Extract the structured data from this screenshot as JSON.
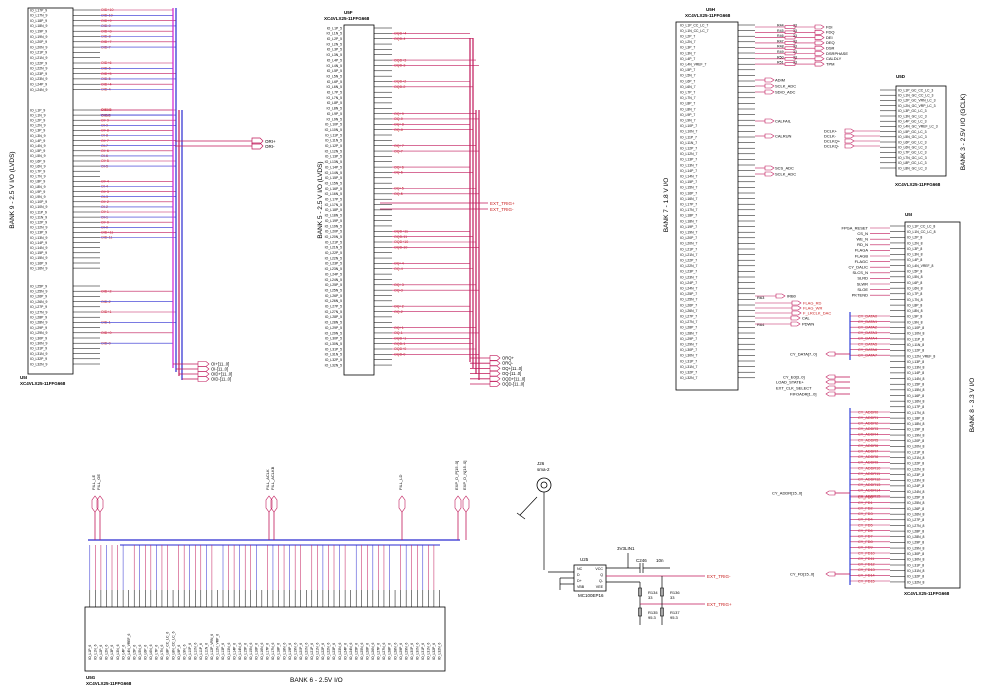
{
  "colors": {
    "wire_red": "#c0185a",
    "wire_blue": "#2a2ad0",
    "wire_magenta": "#d020d0",
    "label_red": "#c81c1c",
    "ink": "#000000",
    "bus_blue": "#3040d8"
  },
  "components": {
    "u5i": {
      "ref": "U5I",
      "part": "XC4VLX25-11FFG668",
      "bank": "BANK 9 - 2.5 V I/O (LVDS)",
      "pins": [
        "IO_L17P_9",
        "IO_L17N_9",
        "IO_L18P_9",
        "IO_L18N_9",
        "IO_L19P_9",
        "IO_L19N_9",
        "IO_L20P_9",
        "IO_L20N_9",
        "IO_L21P_9",
        "IO_L21N_9",
        "IO_L22P_9",
        "IO_L22N_9",
        "IO_L23P_9",
        "IO_L23N_9",
        "IO_L24P_9",
        "IO_L24N_9",
        "IO_L1P_9",
        "IO_L1N_9",
        "IO_L2P_9",
        "IO_L2N_9",
        "IO_L3P_9",
        "IO_L3N_9",
        "IO_L4P_9",
        "IO_L4N_9",
        "IO_L5P_9",
        "IO_L5N_9",
        "IO_L6P_9",
        "IO_L6N_9",
        "IO_L7P_9",
        "IO_L7N_9",
        "IO_L8P_9",
        "IO_L8N_9",
        "IO_L9P_9",
        "IO_L9N_9",
        "IO_L10P_9",
        "IO_L10N_9",
        "IO_L11P_9",
        "IO_L11N_9",
        "IO_L12P_9",
        "IO_L12N_9",
        "IO_L13P_9",
        "IO_L13N_9",
        "IO_L14P_9",
        "IO_L14N_9",
        "IO_L15P_9",
        "IO_L15N_9",
        "IO_L16P_9",
        "IO_L16N_9",
        "IO_L25P_9",
        "IO_L25N_9",
        "IO_L26P_9",
        "IO_L26N_9",
        "IO_L27P_9",
        "IO_L27N_9",
        "IO_L28P_9",
        "IO_L28N_9",
        "IO_L29P_9",
        "IO_L29N_9",
        "IO_L30P_9",
        "IO_L30N_9",
        "IO_L31P_9",
        "IO_L31N_9",
        "IO_L32P_9",
        "IO_L32N_9"
      ],
      "nets": [
        "OID+10",
        "OID-10",
        "OID+9",
        "OID-9",
        "OID+8",
        "OID-8",
        "OID+7",
        "OID-7",
        "OID+6",
        "OID-6",
        "OID+5",
        "OID-5",
        "OID+4",
        "OID-4",
        "OID+3",
        "OID-3",
        "OI+10",
        "OI-10",
        "OI+9",
        "OI-9",
        "OI+8",
        "OI-8",
        "OI+7",
        "OI-7",
        "OI+6",
        "OI-6",
        "OI+5",
        "OI-5",
        "OI+4",
        "OI-4",
        "OI+3",
        "OI-3",
        "OI+2",
        "OI-2",
        "OI+1",
        "OI-1",
        "OI+0",
        "OI-0",
        "OID+11",
        "OID-11",
        "OID+2",
        "OID-2",
        "OID+1",
        "OID-1",
        "OID+0",
        "OID-0"
      ],
      "outputs": [
        "ORI+",
        "ORI-"
      ],
      "buses": [
        "OI+[11..0]",
        "OI-[11..0]",
        "OID+[11..0]",
        "OID-[11..0]"
      ]
    },
    "u5f": {
      "ref": "U5F",
      "part": "XC4VLX25-11FFG668",
      "bank": "BANK 5 - 2.5 V I/O (LVDS)",
      "pins": [
        "IO_L1P_5",
        "IO_L1N_5",
        "IO_L2P_5",
        "IO_L2N_5",
        "IO_L3P_5",
        "IO_L3N_5",
        "IO_L4P_5",
        "IO_L4N_5",
        "IO_L5P_5",
        "IO_L5N_5",
        "IO_L6P_5",
        "IO_L6N_5",
        "IO_L7P_5",
        "IO_L7N_5",
        "IO_L8P_5",
        "IO_L8N_5",
        "IO_L9P_5",
        "IO_L9N_5",
        "IO_L10P_5",
        "IO_L10N_5",
        "IO_L11P_5",
        "IO_L11N_5",
        "IO_L12P_5",
        "IO_L12N_5",
        "IO_L13P_5",
        "IO_L13N_5",
        "IO_L14P_5",
        "IO_L14N_5",
        "IO_L15P_5",
        "IO_L15N_5",
        "IO_L16P_5",
        "IO_L16N_5",
        "IO_L17P_5",
        "IO_L17N_5",
        "IO_L18P_5",
        "IO_L18N_5",
        "IO_L19P_5",
        "IO_L19N_5",
        "IO_L20P_5",
        "IO_L20N_5",
        "IO_L21P_5",
        "IO_L21N_5",
        "IO_L22P_5",
        "IO_L22N_5",
        "IO_L23P_5",
        "IO_L23N_5",
        "IO_L24P_5",
        "IO_L24N_5",
        "IO_L25P_5",
        "IO_L25N_5",
        "IO_L26P_5",
        "IO_L26N_5",
        "IO_L27P_5",
        "IO_L27N_5",
        "IO_L28P_5",
        "IO_L28N_5",
        "IO_L29P_5",
        "IO_L29N_5",
        "IO_L30P_5",
        "IO_L30N_5",
        "IO_L31P_5",
        "IO_L31N_5",
        "IO_L32P_5",
        "IO_L32N_5"
      ],
      "nets": [
        "OQD+4",
        "OQD-4",
        "OQD+3",
        "OQD-3",
        "OQD+2",
        "OQD-2",
        "OQ+9",
        "OQ-9",
        "OQ+8",
        "OQ-8",
        "OQ+7",
        "OQ-7",
        "OQ+6",
        "OQ-6",
        "OQ+5",
        "OQ-5",
        "OQD+11",
        "OQD-11",
        "OQD+10",
        "OQD-10",
        "OQ+4",
        "OQ-4",
        "OQ+3",
        "OQ-3",
        "OQ+2",
        "OQ-2",
        "OQ+1",
        "OQ-1",
        "OQD+1",
        "OQD-1",
        "OQD+0",
        "OQD-0"
      ],
      "outputs": [
        "EXT_TRIG+",
        "EXT_TRIG-"
      ],
      "buses": [
        "ORQ+",
        "ORQ-",
        "OQ+[11..0]",
        "OQ-[11..0]",
        "OQD+[11..0]",
        "OQD-[11..0]"
      ]
    },
    "u5h": {
      "ref": "U5H",
      "part": "XC4VLX25-11FFG668",
      "bank": "BANK 7 - 1.8 V I/O",
      "pins": [
        "IO_L1P_CC_LC_7",
        "IO_L1N_CC_LC_7",
        "IO_L2P_7",
        "IO_L2N_7",
        "IO_L3P_7",
        "IO_L3N_7",
        "IO_L4P_7",
        "IO_L4N_VREF_7",
        "IO_L5P_7",
        "IO_L5N_7",
        "IO_L6P_7",
        "IO_L6N_7",
        "IO_L7P_7",
        "IO_L7N_7",
        "IO_L8P_7",
        "IO_L8N_7",
        "IO_L9P_7",
        "IO_L9N_7",
        "IO_L10P_7",
        "IO_L10N_7",
        "IO_L11P_7",
        "IO_L11N_7",
        "IO_L12P_7",
        "IO_L12N_7",
        "IO_L13P_7",
        "IO_L13N_7",
        "IO_L14P_7",
        "IO_L14N_7",
        "IO_L15P_7",
        "IO_L15N_7",
        "IO_L16P_7",
        "IO_L16N_7",
        "IO_L17P_7",
        "IO_L17N_7",
        "IO_L18P_7",
        "IO_L18N_7",
        "IO_L19P_7",
        "IO_L19N_7",
        "IO_L20P_7",
        "IO_L20N_7",
        "IO_L21P_7",
        "IO_L21N_7",
        "IO_L22P_7",
        "IO_L22N_7",
        "IO_L23P_7",
        "IO_L23N_7",
        "IO_L24P_7",
        "IO_L24N_7",
        "IO_L25P_7",
        "IO_L25N_7",
        "IO_L26P_7",
        "IO_L26N_7",
        "IO_L27P_7",
        "IO_L27N_7",
        "IO_L28P_7",
        "IO_L28N_7",
        "IO_L29P_7",
        "IO_L29N_7",
        "IO_L30P_7",
        "IO_L30N_7",
        "IO_L31P_7",
        "IO_L31N_7",
        "IO_L32P_7",
        "IO_L32N_7"
      ],
      "resistors": [
        "R44",
        "R45",
        "R46",
        "R47",
        "R48",
        "R49",
        "R50",
        "R51"
      ],
      "res_value": "33",
      "nets": [
        "FDI",
        "FDQ",
        "DEI",
        "DEQ",
        "DSR",
        "DSRPHASE",
        "CALDLY",
        "TPM"
      ],
      "mid_nets": [
        "ADIM",
        "SCLK_ADC",
        "SDIO_ADC",
        "CALFAIL",
        "CALRUN",
        "SCS_ADC",
        "SCLK_ADC"
      ],
      "lower_refs": [
        "R63",
        "R64"
      ],
      "lower_nets": [
        "IRB0",
        "CAL",
        "PDWN",
        "FLAG_RD",
        "FLAG_WR",
        "F_LRCLK_DAC"
      ]
    },
    "u5d": {
      "ref": "U5D",
      "part": "XC4VLX25-11FFG668",
      "bank": "BANK 3 - 2.5V I/O (GCLK)",
      "pins": [
        "IO_L1P_GC_CC_LC_3",
        "IO_L1N_GC_CC_LC_3",
        "IO_L2P_GC_VRN_LC_3",
        "IO_L2N_GC_VRP_LC_3",
        "IO_L3P_GC_LC_3",
        "IO_L3N_GC_LC_3",
        "IO_L4P_GC_LC_3",
        "IO_L4N_GC_VREF_LC_3",
        "IO_L5P_GC_LC_3",
        "IO_L5N_GC_LC_3",
        "IO_L6P_GC_LC_3",
        "IO_L6N_GC_LC_3",
        "IO_L7P_GC_LC_3",
        "IO_L7N_GC_LC_3",
        "IO_L8P_GC_LC_3",
        "IO_L8N_GC_LC_3"
      ],
      "nets": [
        "DCLK+",
        "DCLK-",
        "DCLKQ+",
        "DCLKQ-"
      ]
    },
    "u5e": {
      "ref": "U5I",
      "part": "XC4VLX25-11FFG668",
      "bank": "BANK 8 - 3.3 V I/O",
      "pins": [
        "IO_L1P_CC_LC_8",
        "IO_L1N_CC_LC_8",
        "IO_L2P_8",
        "IO_L2N_8",
        "IO_L3P_8",
        "IO_L3N_8",
        "IO_L4P_8",
        "IO_L4N_VREF_8",
        "IO_L5P_8",
        "IO_L5N_8",
        "IO_L6P_8",
        "IO_L6N_8",
        "IO_L7P_8",
        "IO_L7N_8",
        "IO_L8P_8",
        "IO_L8N_8",
        "IO_L9P_8",
        "IO_L9N_8",
        "IO_L10P_8",
        "IO_L10N_8",
        "IO_L11P_8",
        "IO_L11N_8",
        "IO_L12P_8",
        "IO_L12N_VREF_8",
        "IO_L13P_8",
        "IO_L13N_8",
        "IO_L14P_8",
        "IO_L14N_8",
        "IO_L15P_8",
        "IO_L15N_8",
        "IO_L16P_8",
        "IO_L16N_8",
        "IO_L17P_8",
        "IO_L17N_8",
        "IO_L18P_8",
        "IO_L18N_8",
        "IO_L19P_8",
        "IO_L19N_8",
        "IO_L20P_8",
        "IO_L20N_8",
        "IO_L21P_8",
        "IO_L21N_8",
        "IO_L22P_8",
        "IO_L22N_8",
        "IO_L23P_8",
        "IO_L23N_8",
        "IO_L24P_8",
        "IO_L24N_8",
        "IO_L25P_8",
        "IO_L25N_8",
        "IO_L26P_8",
        "IO_L26N_8",
        "IO_L27P_8",
        "IO_L27N_8",
        "IO_L28P_8",
        "IO_L28N_8",
        "IO_L29P_8",
        "IO_L29N_8",
        "IO_L30P_8",
        "IO_L30N_8",
        "IO_L31P_8",
        "IO_L31N_8",
        "IO_L32P_8",
        "IO_L32N_8"
      ],
      "ctrl_nets": [
        "FPGA_RESET",
        "CS_N",
        "WE_N",
        "RD_N",
        "FLAGA",
        "FLAGB",
        "FLAGC",
        "CY_DALIC",
        "SLCS_N",
        "SLRD",
        "SLWR",
        "SLOE",
        "PKTEND"
      ],
      "data_nets": [
        "CY_DATA0",
        "CY_DATA1",
        "CY_DATA2",
        "CY_DATA3",
        "CY_DATA4",
        "CY_DATA5",
        "CY_DATA6",
        "CY_DATA7"
      ],
      "addr_nets": [
        "CY_ADDR0",
        "CY_ADDR1",
        "CY_ADDR2",
        "CY_ADDR3",
        "CY_ADDR4",
        "CY_ADDR5",
        "CY_ADDR6",
        "CY_ADDR7",
        "CY_ADDR8",
        "CY_ADDR9",
        "CY_ADDR10",
        "CY_ADDR11",
        "CY_ADDR12",
        "CY_ADDR13",
        "CY_ADDR14",
        "CY_ADDR15"
      ],
      "fd_nets": [
        "CY_FD0",
        "CY_FD1",
        "CY_FD2",
        "CY_FD3",
        "CY_FD4",
        "CY_FD5",
        "CY_FD6",
        "CY_FD7",
        "CY_FD8",
        "CY_FD9",
        "CY_FD10",
        "CY_FD11",
        "CY_FD12",
        "CY_FD13",
        "CY_FD14",
        "CY_FD15"
      ],
      "buses": [
        "CY_DATA[7..0]",
        "CY_E0[3..0]",
        "LOAD_STATE+",
        "EXT_CLK_SELECT",
        "FIFOADR[1..0]",
        "CY_ADDR[15..0]",
        "CY_FD[15..0]"
      ]
    },
    "u5g": {
      "ref": "U5G",
      "part": "XC4VLX25-11FFG668",
      "bank": "BANK 6 - 2.5V I/O",
      "pins": [
        "IO_L1P_6",
        "IO_L1N_6",
        "IO_L2P_6",
        "IO_L2N_6",
        "IO_L3P_6",
        "IO_L3N_6",
        "IO_L4P_6",
        "IO_L4N_VREF_6",
        "IO_L5P_6",
        "IO_L5N_6",
        "IO_L6P_6",
        "IO_L6N_6",
        "IO_L7P_6",
        "IO_L7N_6",
        "IO_L8P_CC_LC_6",
        "IO_L8N_CC_LC_6",
        "IO_L9P_6",
        "IO_L9N_6",
        "IO_L10P_6",
        "IO_L10N_6",
        "IO_L11P_6",
        "IO_L11N_6",
        "IO_L12P_VRN_6",
        "IO_L12N_VRP_6",
        "IO_L13P_6",
        "IO_L13N_6",
        "IO_L14P_6",
        "IO_L14N_6",
        "IO_L15P_6",
        "IO_L15N_6",
        "IO_L16P_6",
        "IO_L16N_6",
        "IO_L17P_6",
        "IO_L17N_6",
        "IO_L18P_6",
        "IO_L18N_6",
        "IO_L19P_6",
        "IO_L19N_6",
        "IO_L20P_6",
        "IO_L20N_6",
        "IO_L21P_6",
        "IO_L21N_6",
        "IO_L22P_6",
        "IO_L22N_6",
        "IO_L23P_6",
        "IO_L23N_6",
        "IO_L24P_6",
        "IO_L24N_6",
        "IO_L25P_6",
        "IO_L25N_6",
        "IO_L26P_6",
        "IO_L26N_6",
        "IO_L27P_6",
        "IO_L27N_6",
        "IO_L28P_6",
        "IO_L28N_6",
        "IO_L29P_6",
        "IO_L29N_6",
        "IO_L30P_6",
        "IO_L30N_6",
        "IO_L31P_6",
        "IO_L31N_6",
        "IO_L32P_6",
        "IO_L32N_6"
      ],
      "connectors": [
        "FILL_LE",
        "FILL_OE",
        "FILL_ACLK",
        "FILL_ACLKB",
        "FILL_LD",
        "EXP_D_P[15..0]",
        "EXP_D_N[15..0]"
      ]
    },
    "u25": {
      "ref": "U25",
      "part": "MC100EP16",
      "pins_left": [
        "NC",
        "D",
        "D+",
        "VBB"
      ],
      "pins_right": [
        "VCC",
        "Q",
        "Q-",
        "VEE"
      ],
      "power": "3V3LIN1",
      "cap_ref": "C246",
      "cap_value": "10n",
      "j_ref": "J26",
      "j_part": "sma-2",
      "resistors": [
        {
          "ref": "R134",
          "value": "33"
        },
        {
          "ref": "R136",
          "value": "33"
        },
        {
          "ref": "R135",
          "value": "95.3"
        },
        {
          "ref": "R137",
          "value": "95.3"
        }
      ],
      "outputs": [
        "EXT_TRIG-",
        "EXT_TRIG+"
      ]
    }
  }
}
